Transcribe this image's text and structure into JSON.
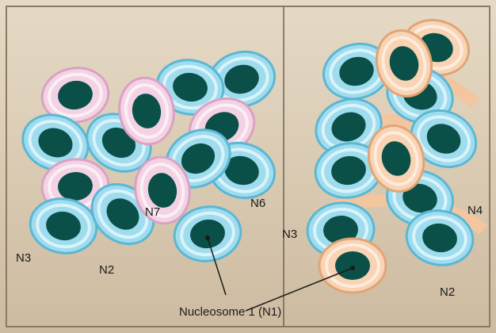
{
  "panels": {
    "left": {
      "labels": {
        "n3": "N3",
        "n2": "N2",
        "n7": "N7",
        "n6": "N6"
      }
    },
    "right": {
      "labels": {
        "n3": "N3",
        "n4": "N4",
        "n2": "N2"
      }
    }
  },
  "caption": "Nucleosome 1 (N1)",
  "colors": {
    "background": "#d9cbb4",
    "core": "#0b5048",
    "blue_ring": "#7fcfe6",
    "pink_ring": "#eec2da",
    "peach_ring": "#f5c29a"
  }
}
